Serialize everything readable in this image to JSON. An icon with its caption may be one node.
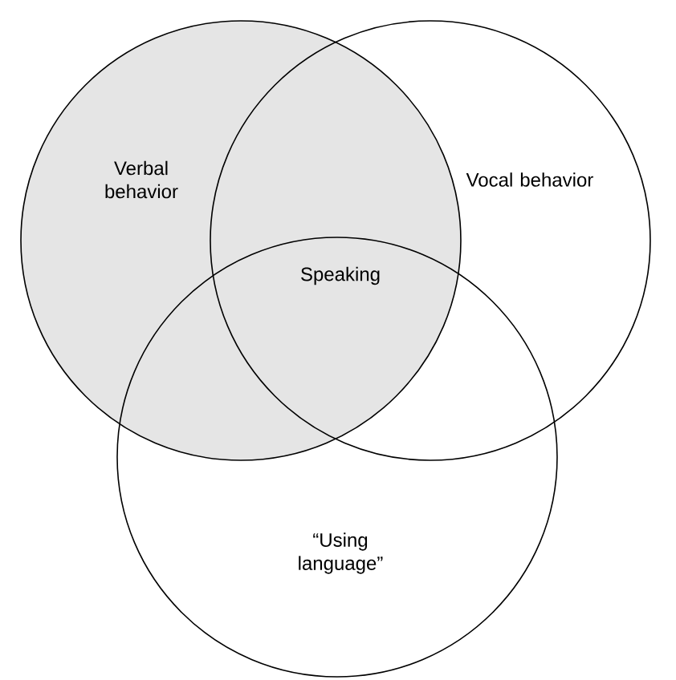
{
  "diagram": {
    "nodes": [
      {
        "text": [
          "Verbal behavior"
        ]
      },
      {
        "text": [
          "Vocal behavior"
        ]
      },
      {
        "text": [
          "“Using language”"
        ]
      }
    ],
    "labels": [
      "Speaking"
    ]
  }
}
